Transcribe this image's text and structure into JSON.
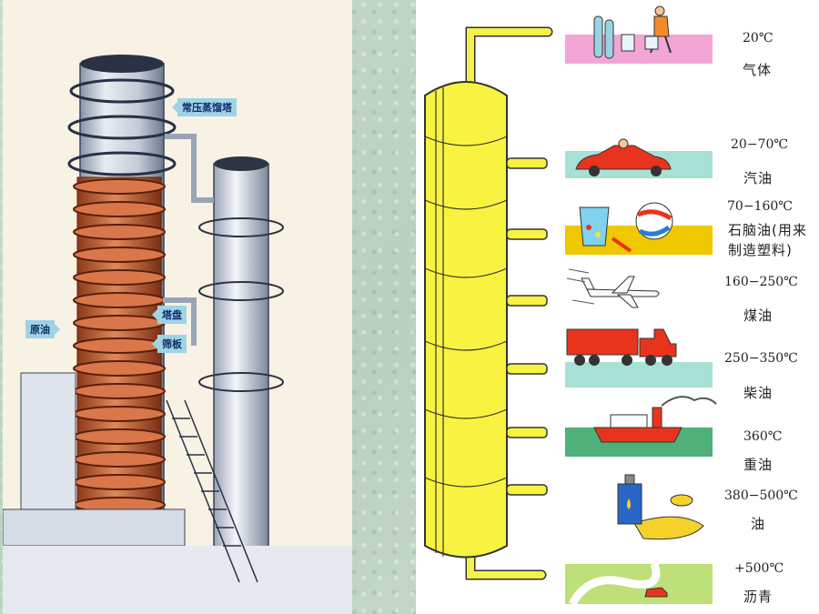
{
  "left_panel": {
    "callouts": {
      "tower": "常压蒸馏塔",
      "crude": "原油",
      "tray": "塔盘",
      "sieve": "筛板"
    }
  },
  "right_panel": {
    "products": [
      {
        "temp": "20℃",
        "name": "气体",
        "icon": "gas-cylinders-icon"
      },
      {
        "temp": "20−70℃",
        "name": "汽油",
        "icon": "car-icon"
      },
      {
        "temp": "70−160℃",
        "name_lines": [
          "石脑油(用来",
          "制造塑料)"
        ],
        "icon": "toys-icon"
      },
      {
        "temp": "160−250℃",
        "name": "煤油",
        "icon": "airplane-icon"
      },
      {
        "temp": "250−350℃",
        "name": "柴油",
        "icon": "truck-icon"
      },
      {
        "temp": "360℃",
        "name": "重油",
        "icon": "ship-icon"
      },
      {
        "temp": "380−500℃",
        "name": "油",
        "icon": "oil-can-icon"
      },
      {
        "temp": "+500℃",
        "name": "沥青",
        "icon": "road-icon"
      }
    ]
  }
}
